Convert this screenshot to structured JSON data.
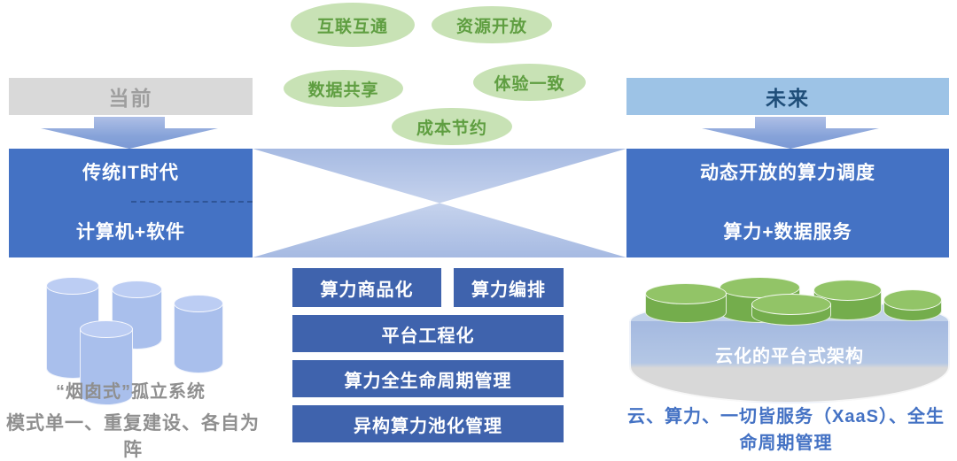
{
  "colors": {
    "era_box_blue": "#4472c4",
    "capability_button_blue": "#3f63ad",
    "current_banner_bg": "#d9d9d9",
    "current_banner_text": "#9e9e9e",
    "future_banner_bg": "#9dc3e6",
    "future_banner_text": "#1f4e79",
    "benefit_fill": "#c8e2b5",
    "benefit_text": "#5f9e41",
    "caption_gray": "#8f8f8f",
    "caption_blue": "#4472c4",
    "silo_cylinder_blue": "#a9bfec",
    "resource_cylinder_green": "#74ad4c",
    "connector_light_blue": "#a6bae2"
  },
  "benefits": [
    "互联互通",
    "资源开放",
    "数据共享",
    "体验一致",
    "成本节约"
  ],
  "current": {
    "banner": "当前",
    "era_title": "传统IT时代",
    "era_subtitle": "计算机+软件",
    "caption_line1": "“烟囱式”孤立系统",
    "caption_line2": "模式单一、重复建设、各自为阵"
  },
  "future": {
    "banner": "未来",
    "era_title": "动态开放的算力调度",
    "era_subtitle": "算力+数据服务",
    "platform_label": "云化的平台式架构",
    "caption": "云、算力、一切皆服务（XaaS）、全生命周期管理"
  },
  "capabilities": {
    "row1": [
      "算力商品化",
      "算力编排"
    ],
    "rows": [
      "平台工程化",
      "算力全生命周期管理",
      "异构算力池化管理"
    ]
  }
}
